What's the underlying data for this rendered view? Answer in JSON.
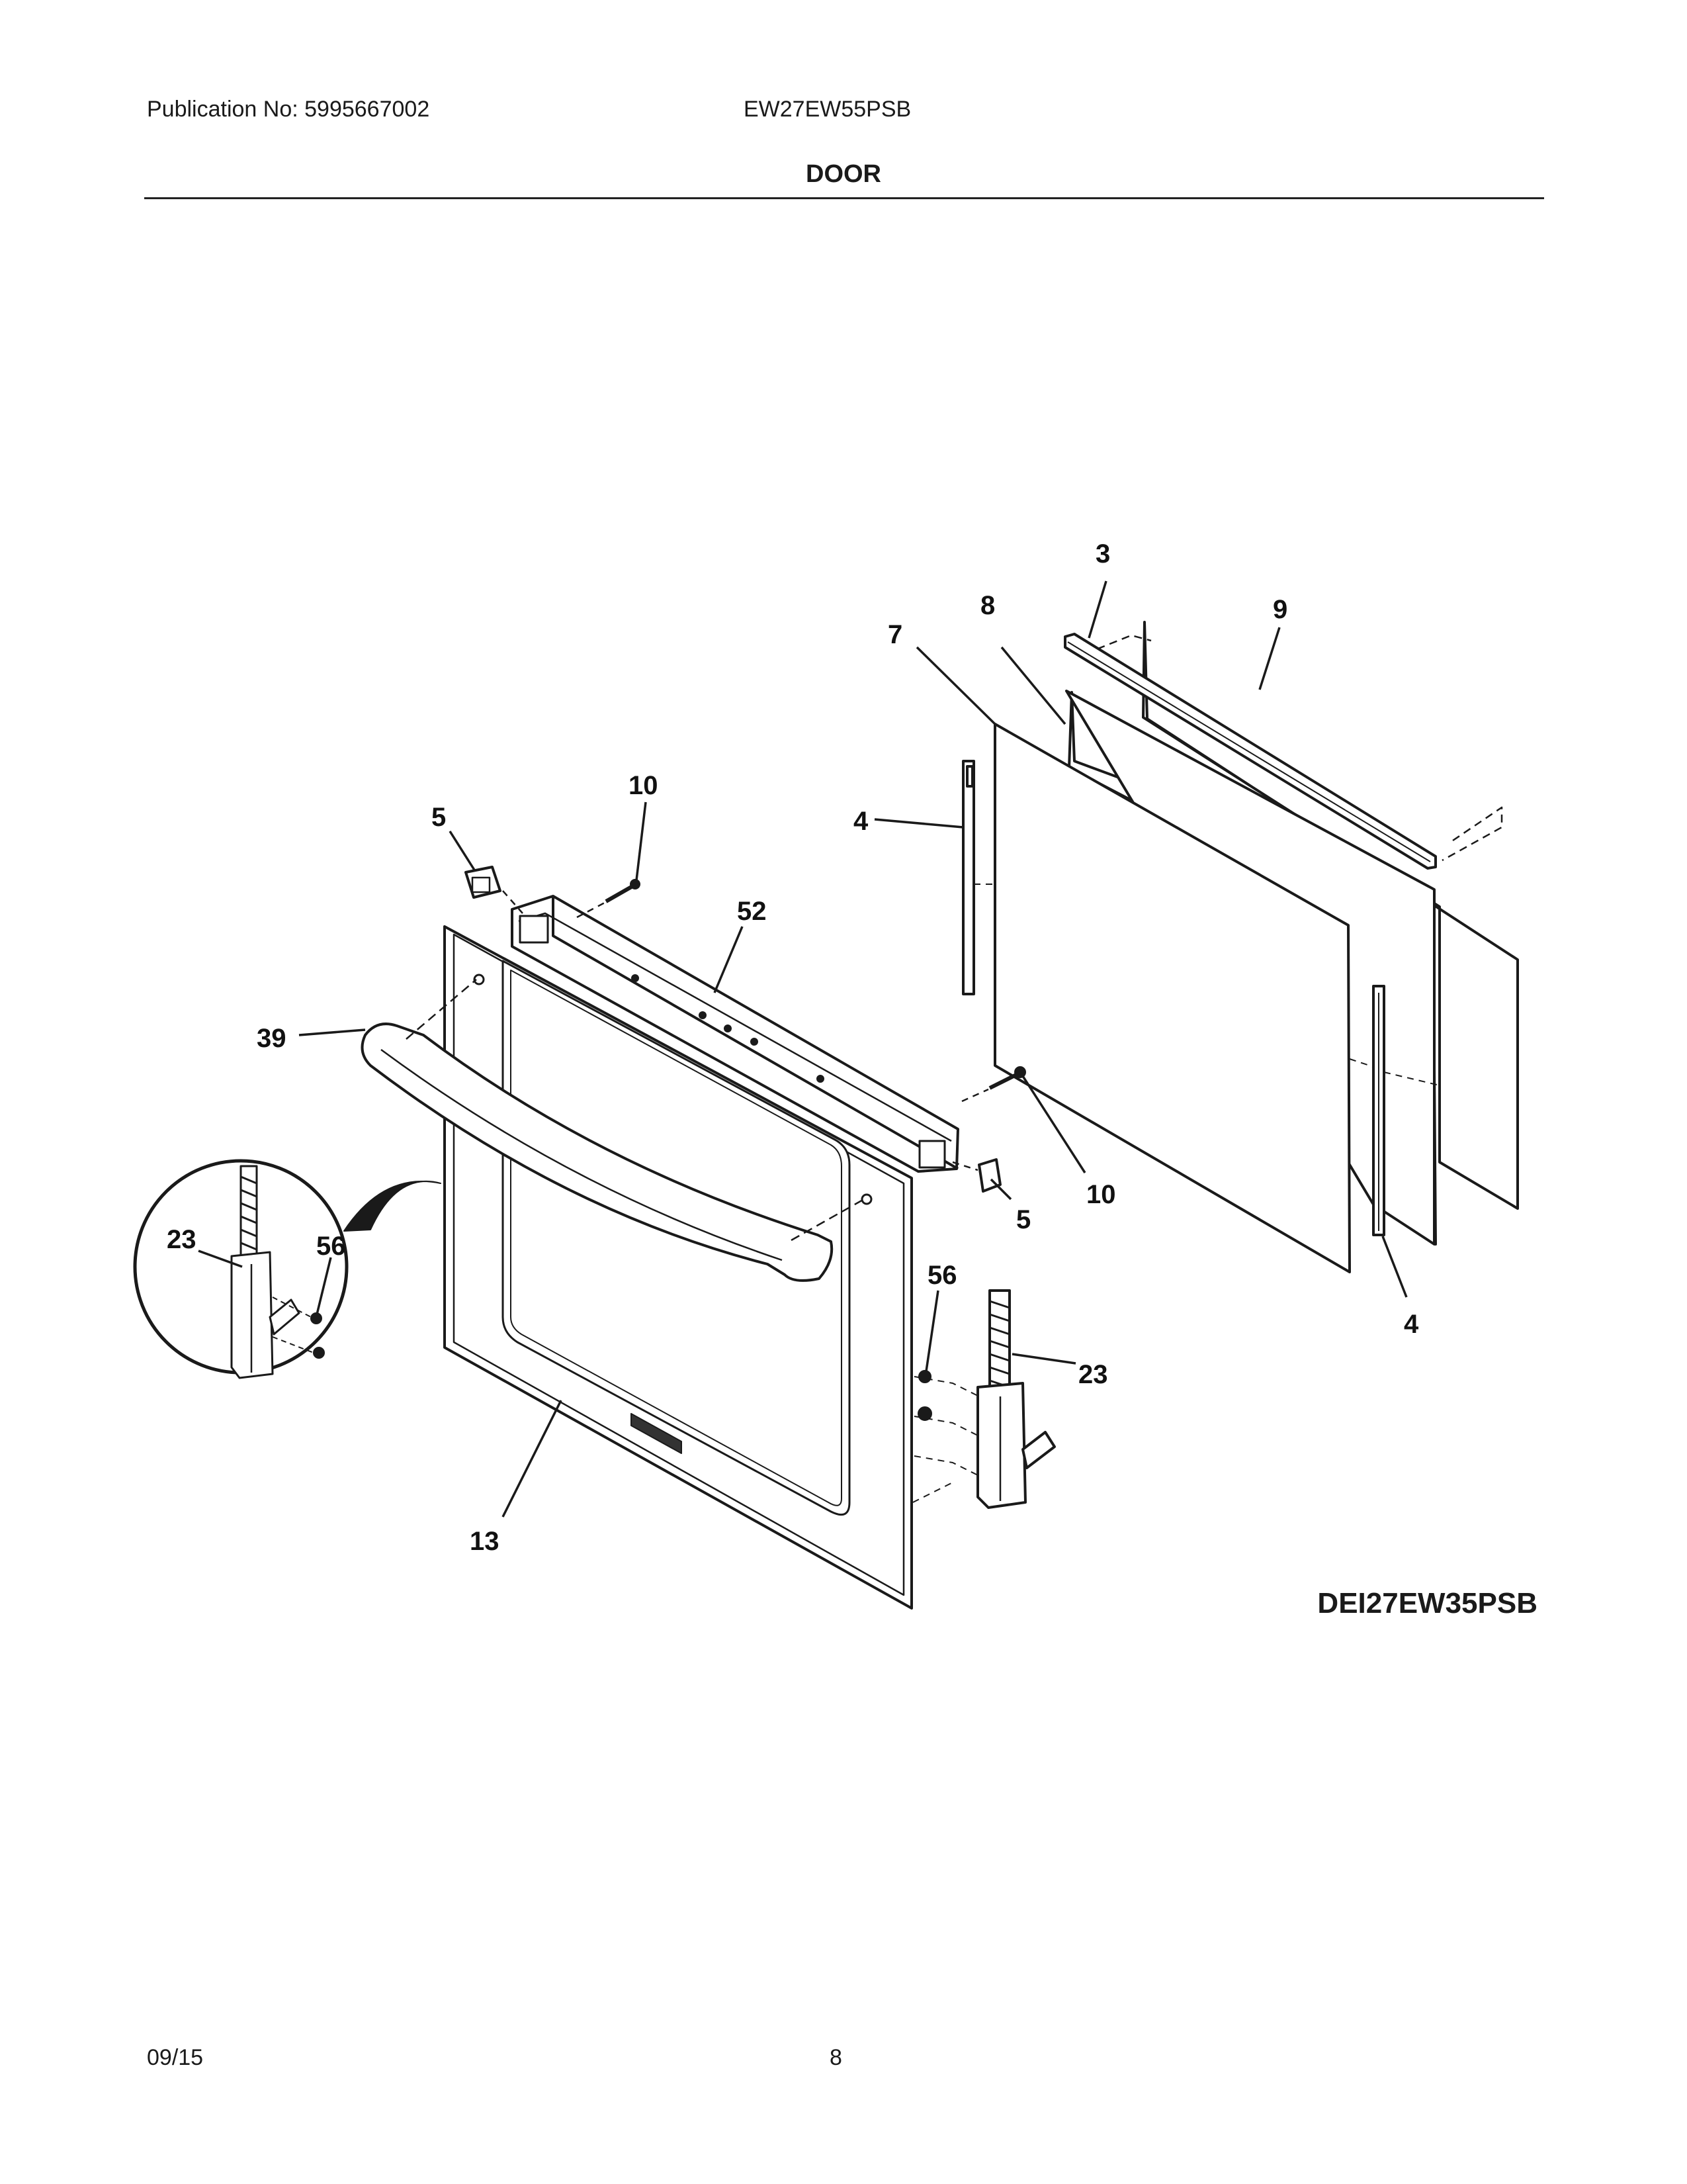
{
  "header": {
    "publication": "Publication No: 5995667002",
    "model": "EW27EW55PSB",
    "section": "DOOR"
  },
  "diagram": {
    "code": "DEI27EW35PSB",
    "callouts": [
      "3",
      "9",
      "8",
      "7",
      "4",
      "10",
      "5",
      "52",
      "39",
      "23",
      "56",
      "10",
      "5",
      "56",
      "23",
      "4",
      "13"
    ]
  },
  "footer": {
    "date": "09/15",
    "page": "8"
  }
}
